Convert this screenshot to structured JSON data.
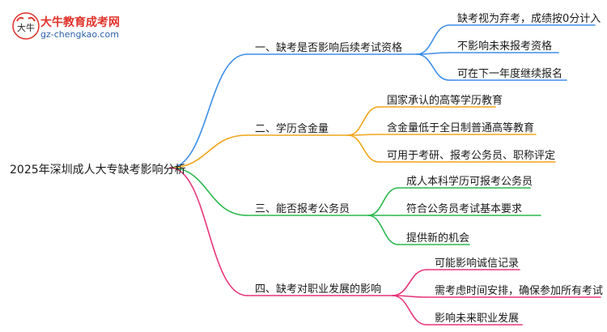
{
  "logo": {
    "name": "大牛教育成考网",
    "url": "gz-chengkao.com",
    "mark_text": "大牛"
  },
  "root": "2025年深圳成人大专缺考影响分析",
  "branches": [
    {
      "label": "一、缺考是否影响后续考试资格",
      "color": "#3d8ee8",
      "children": [
        "缺考视为弃考，成绩按0分计入",
        "不影响未来报考资格",
        "可在下一年度继续报名"
      ]
    },
    {
      "label": "二、学历含金量",
      "color": "#f2a51a",
      "children": [
        "国家承认的高等学历教育",
        "含金量低于全日制普通高等教育",
        "可用于考研、报考公务员、职称评定"
      ]
    },
    {
      "label": "三、能否报考公务员",
      "color": "#2bb84e",
      "children": [
        "成人本科学历可报考公务员",
        "符合公务员考试基本要求",
        "提供新的机会"
      ]
    },
    {
      "label": "四、缺考对职业发展的影响",
      "color": "#e8357a",
      "children": [
        "可能影响诚信记录",
        "需考虑时间安排，确保参加所有考试",
        "影响未来职业发展"
      ]
    }
  ]
}
